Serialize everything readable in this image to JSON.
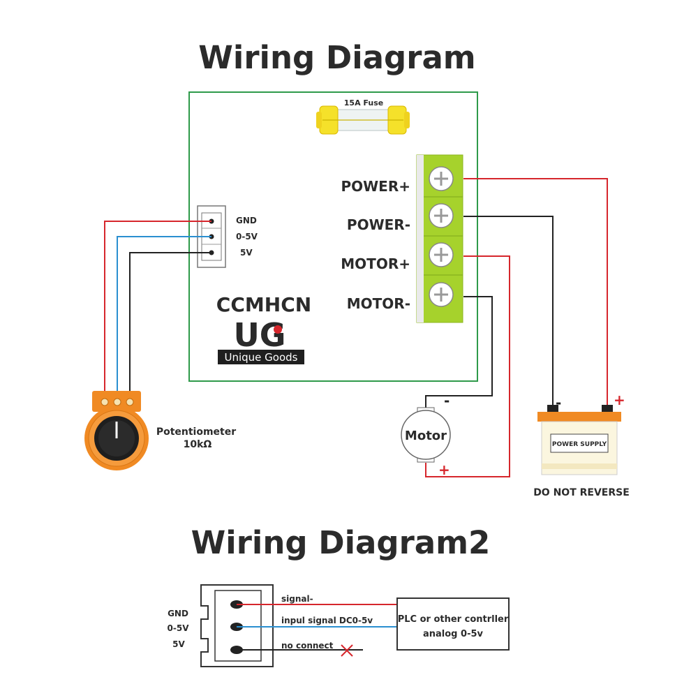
{
  "diagram1": {
    "title": "Wiring Diagram",
    "fuse_label": "15A Fuse",
    "terminals": [
      "POWER+",
      "POWER-",
      "MOTOR+",
      "MOTOR-"
    ],
    "connector_labels": [
      "GND",
      "0-5V",
      "5V"
    ],
    "brand": "CCMHCN",
    "logo_text": "UG",
    "logo_caption": "Unique Goods",
    "potentiometer_label": "Potentiometer",
    "potentiometer_value": "10kΩ",
    "motor_label": "Motor",
    "motor_minus": "-",
    "motor_plus": "+",
    "battery_label": "POWER SUPPLY",
    "battery_minus": "-",
    "battery_plus": "+",
    "warning": "DO NOT REVERSE"
  },
  "diagram2": {
    "title": "Wiring Diagram2",
    "connector_labels": [
      "GND",
      "0-5V",
      "5V"
    ],
    "wire_labels": [
      "signal-",
      "inpul signal DC0-5v",
      "no connect"
    ],
    "controller_line1": "PLC or other contrller",
    "controller_line2": "analog 0-5v"
  },
  "colors": {
    "board_border": "#2e9a4a",
    "red_wire": "#d6262c",
    "blue_wire": "#2a8fd0",
    "black_wire": "#222222",
    "terminal_green": "#a6d22c",
    "pot_orange": "#f08a23",
    "fuse_yellow": "#f5e12a"
  }
}
